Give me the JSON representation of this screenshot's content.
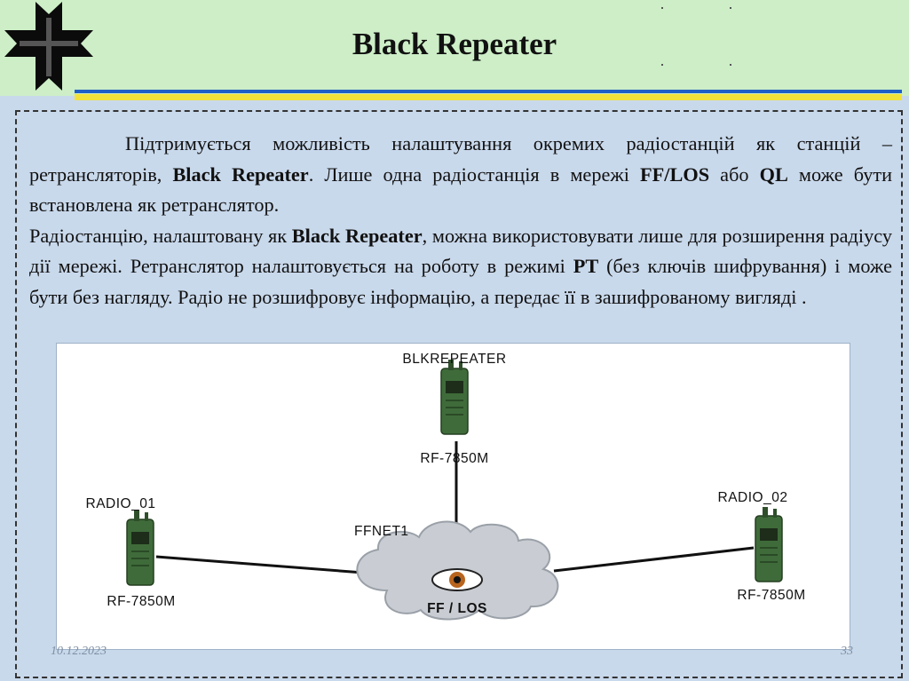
{
  "slide": {
    "title": "Black Repeater",
    "footer_date": "10.12.2023",
    "page_number": "33"
  },
  "body": {
    "p1_a": "Підтримується можливість налаштування  окремих радіостанцій як станцій – ретрансляторів, ",
    "p1_b": "Black Repeater",
    "p1_c": ". Лише одна радіостанція  в мережі ",
    "p1_d": "FF/LOS",
    "p1_e": " або ",
    "p1_f": "QL",
    "p1_g": "  може бути встановлена як ретранслятор.",
    "p2_a": "Радіостанцію, налаштовану як ",
    "p2_b": "Black Repeater",
    "p2_c": ", можна використовувати  лише для розширення радіусу дії мережі. Ретранслятор налаштовується на роботу в режимі ",
    "p2_d": "PT",
    "p2_e": " (без ключів шифрування) і може бути без нагляду. Радіо не розшифровує інформацію, а передає її в зашифрованому вигляді ."
  },
  "diagram": {
    "repeater_name": "BLKREPEATER",
    "repeater_model": "RF-7850M",
    "radio1_name": "RADIO_01",
    "radio1_model": "RF-7850M",
    "radio2_name": "RADIO_02",
    "radio2_model": "RF-7850M",
    "network_name": "FFNET1",
    "cloud_label": "FF / LOS",
    "radio_color": "#3f6b3a",
    "cloud_color": "#c9cdd3"
  },
  "colors": {
    "header_bg": "#cdeec7",
    "slide_bg": "#c9d9ec",
    "rule_blue": "#1f5fc8",
    "rule_yellow": "#f2e13a"
  }
}
